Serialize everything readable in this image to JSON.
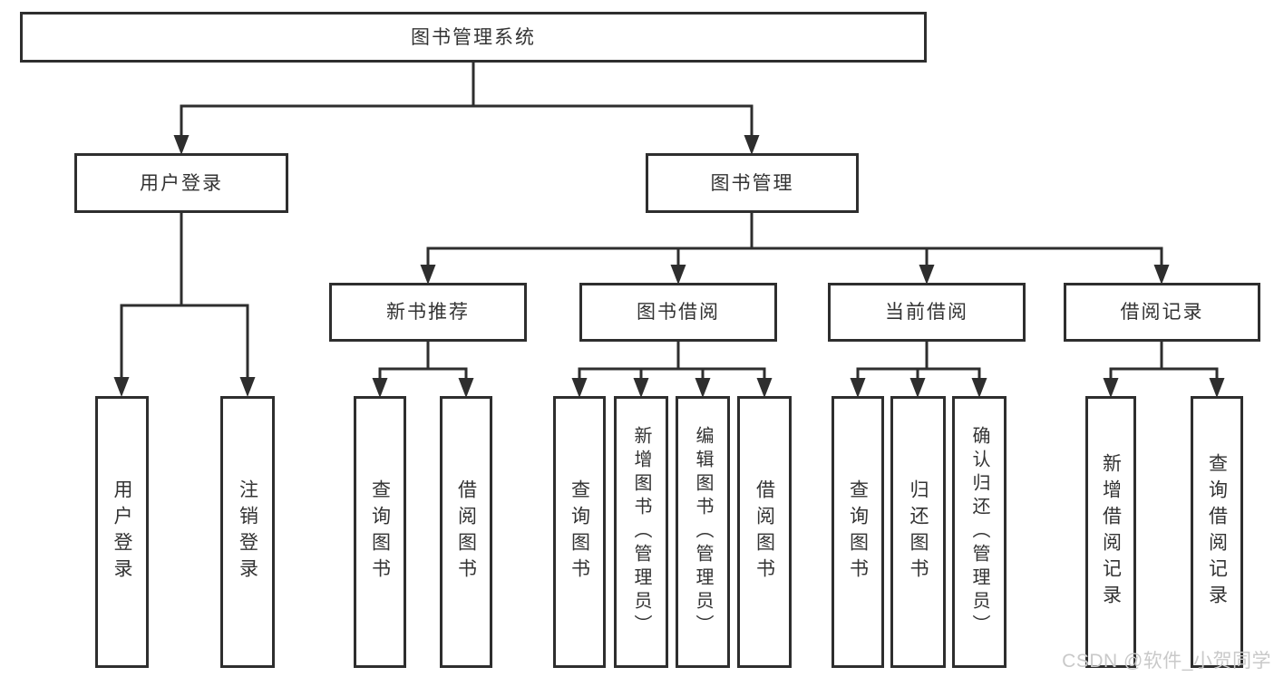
{
  "diagram_type": "hierarchy-tree",
  "colors": {
    "line": "#2e2e2e",
    "box_border": "#2e2e2e",
    "text": "#333333",
    "background": "#ffffff",
    "watermark": "#c9c9c9"
  },
  "tree": {
    "label": "图书管理系统",
    "children": [
      {
        "label": "用户登录",
        "children": [
          {
            "label": "用户登录"
          },
          {
            "label": "注销登录"
          }
        ]
      },
      {
        "label": "图书管理",
        "children": [
          {
            "label": "新书推荐",
            "children": [
              {
                "label": "查询图书"
              },
              {
                "label": "借阅图书"
              }
            ]
          },
          {
            "label": "图书借阅",
            "children": [
              {
                "label": "查询图书"
              },
              {
                "label": "新增图书（管理员）"
              },
              {
                "label": "编辑图书（管理员）"
              },
              {
                "label": "借阅图书"
              }
            ]
          },
          {
            "label": "当前借阅",
            "children": [
              {
                "label": "查询图书"
              },
              {
                "label": "归还图书"
              },
              {
                "label": "确认归还（管理员）"
              }
            ]
          },
          {
            "label": "借阅记录",
            "children": [
              {
                "label": "新增借阅记录"
              },
              {
                "label": "查询借阅记录"
              }
            ]
          }
        ]
      }
    ]
  },
  "watermark": {
    "text": "CSDN @软件_小贺同学"
  }
}
